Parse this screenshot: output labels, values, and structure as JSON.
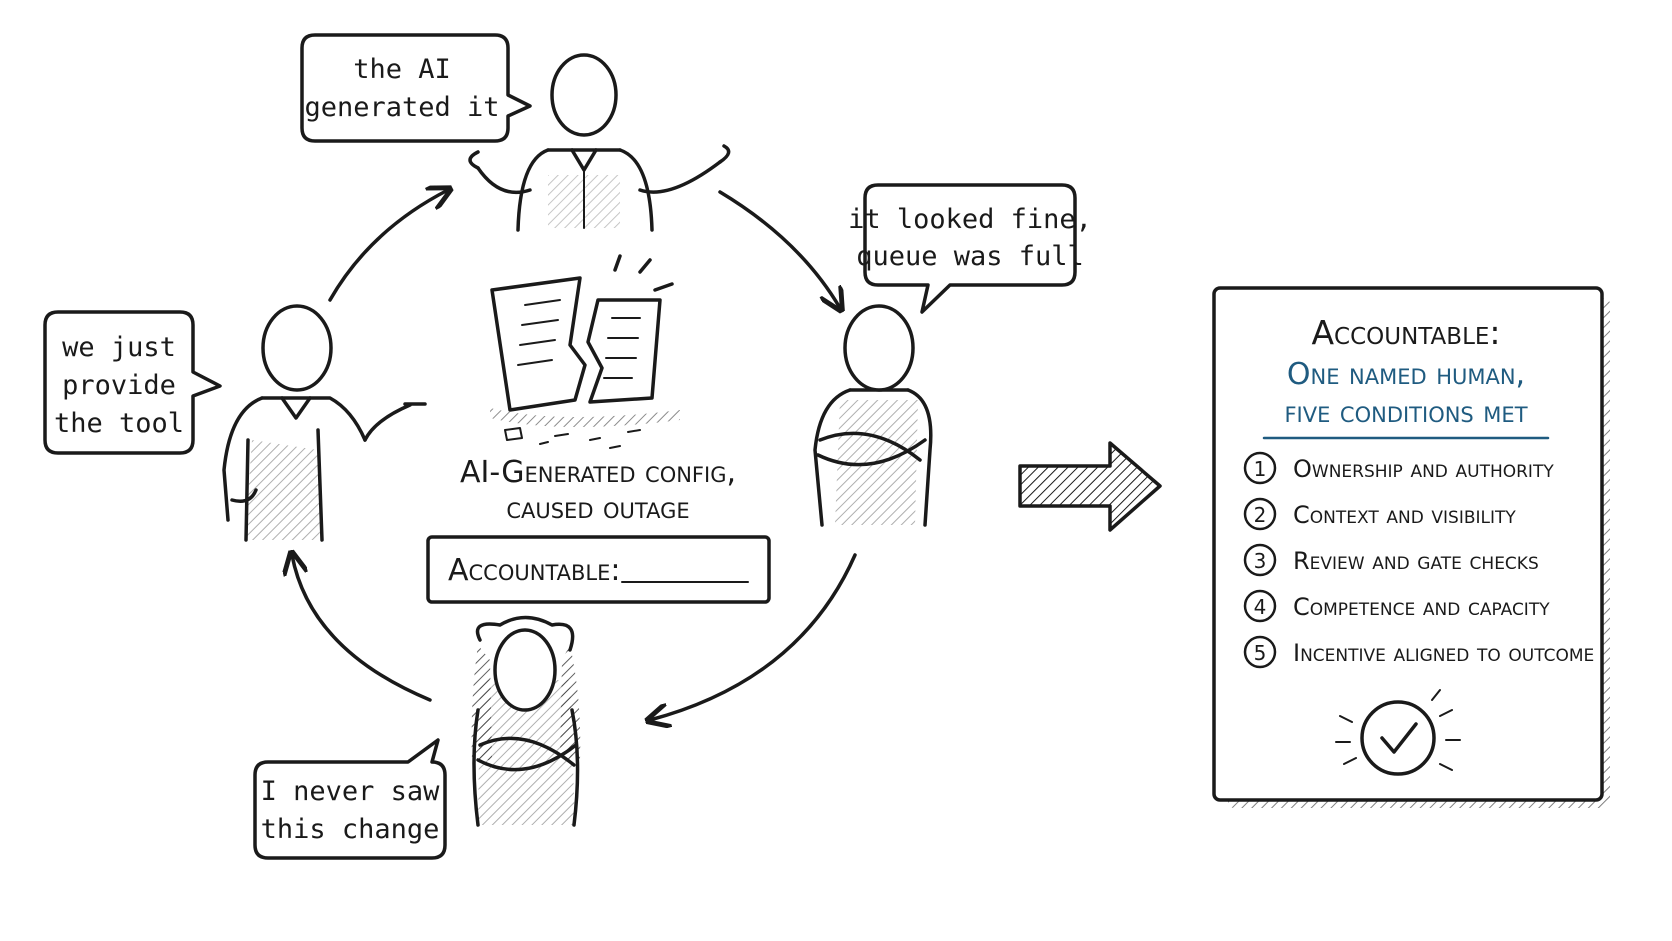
{
  "bubbles": {
    "top": [
      "the AI",
      "generated it"
    ],
    "left": [
      "we just",
      "provide",
      "the tool"
    ],
    "right": [
      "it looked fine,",
      "queue was full"
    ],
    "bottom": [
      "I never saw",
      "this change"
    ]
  },
  "center": {
    "caption_line1": "AI-Generated config,",
    "caption_line2": "caused outage",
    "accountable_label": "Accountable:"
  },
  "panel": {
    "title": "Accountable:",
    "subtitle_line1": "One named human,",
    "subtitle_line2": "five conditions met",
    "accent_color": "#1f5b80",
    "conditions": [
      {
        "num": "1",
        "label": "Ownership and authority"
      },
      {
        "num": "2",
        "label": "Context and visibility"
      },
      {
        "num": "3",
        "label": "Review and gate checks"
      },
      {
        "num": "4",
        "label": "Competence and capacity"
      },
      {
        "num": "5",
        "label": "Incentive aligned to outcome"
      }
    ],
    "check_icon": "check-circle-icon"
  }
}
